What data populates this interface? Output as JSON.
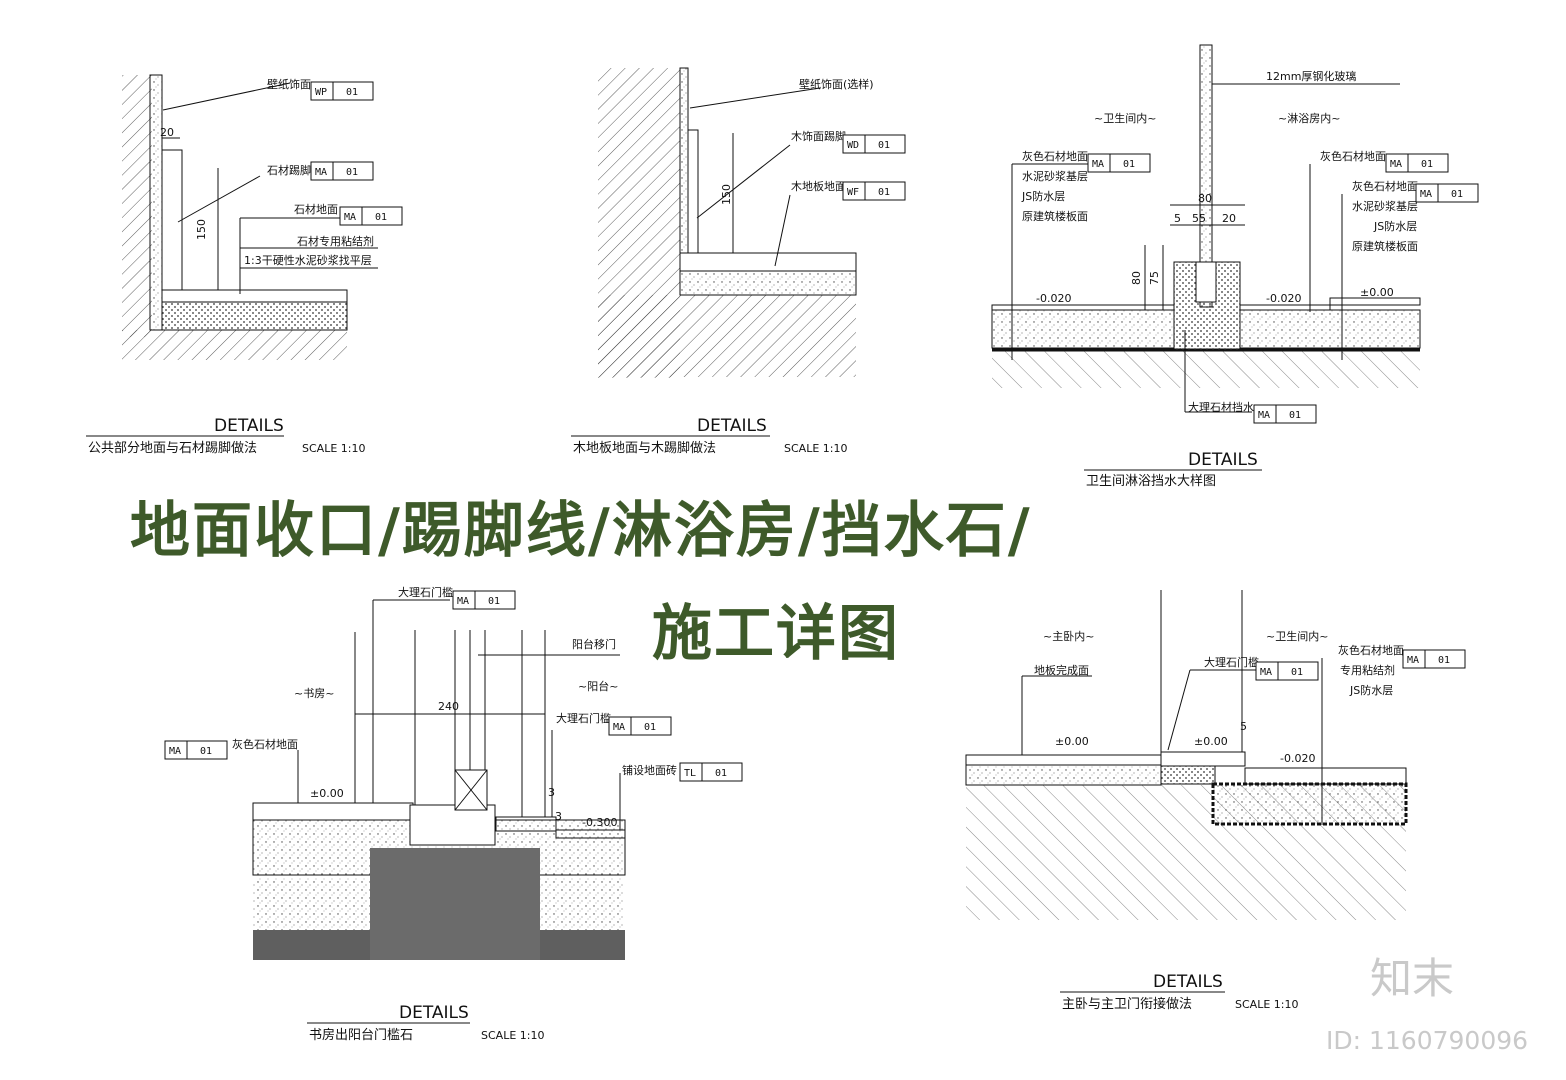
{
  "headline": {
    "line1": "地面收口/踢脚线/淋浴房/挡水石/",
    "line2": "施工详图"
  },
  "watermark": {
    "logo": "知末",
    "id": "ID: 1160790096"
  },
  "details_heading": "DETAILS",
  "scale": "SCALE  1:10",
  "panels": {
    "p1": {
      "title": "公共部分地面与石材踢脚做法",
      "labels": [
        "壁纸饰面",
        "石材踢脚",
        "石材地面",
        "石材专用粘结剂",
        "1:3干硬性水泥砂浆找平层"
      ],
      "tags": [
        [
          "WP",
          "01"
        ],
        [
          "MA",
          "01"
        ],
        [
          "MA",
          "01"
        ]
      ],
      "dims": [
        "20",
        "150"
      ]
    },
    "p2": {
      "title": "木地板地面与木踢脚做法",
      "labels": [
        "壁纸饰面(选样)",
        "木饰面踢脚",
        "木地板地面"
      ],
      "tags": [
        [
          "WD",
          "01"
        ],
        [
          "WF",
          "01"
        ]
      ],
      "dims": [
        "150"
      ]
    },
    "p3": {
      "title": "卫生间淋浴挡水大样图",
      "labels": [
        "12mm厚钢化玻璃",
        "~卫生间内~",
        "~淋浴房内~",
        "灰色石材地面",
        "水泥砂浆基层",
        "JS防水层",
        "原建筑楼板面",
        "灰色石材地面",
        "灰色石材地面",
        "水泥砂浆基层",
        "JS防水层",
        "原建筑楼板面",
        "大理石材挡水"
      ],
      "tags": [
        [
          "MA",
          "01"
        ],
        [
          "MA",
          "01"
        ],
        [
          "MA",
          "01"
        ],
        [
          "MA",
          "01"
        ]
      ],
      "dims": [
        "80",
        "5",
        "55",
        "20",
        "80",
        "75"
      ],
      "levels": [
        "-0.020",
        "-0.020",
        "±0.00"
      ]
    },
    "p4": {
      "title": "书房出阳台门槛石",
      "labels": [
        "大理石门槛",
        "阳台移门",
        "~书房~",
        "~阳台~",
        "大理石门槛",
        "灰色石材地面",
        "铺设地面砖"
      ],
      "tags": [
        [
          "MA",
          "01"
        ],
        [
          "MA",
          "01"
        ],
        [
          "MA",
          "01"
        ],
        [
          "TL",
          "01"
        ]
      ],
      "dims": [
        "240",
        "3",
        "3"
      ],
      "levels": [
        "±0.00",
        "-0.300"
      ]
    },
    "p5": {
      "title": "主卧与主卫门衔接做法",
      "labels": [
        "~主卧内~",
        "~卫生间内~",
        "地板完成面",
        "大理石门槛",
        "灰色石材地面",
        "专用粘结剂",
        "JS防水层"
      ],
      "tags": [
        [
          "MA",
          "01"
        ],
        [
          "MA",
          "01"
        ]
      ],
      "dims": [
        "5"
      ],
      "levels": [
        "±0.00",
        "±0.00",
        "-0.020"
      ]
    }
  }
}
